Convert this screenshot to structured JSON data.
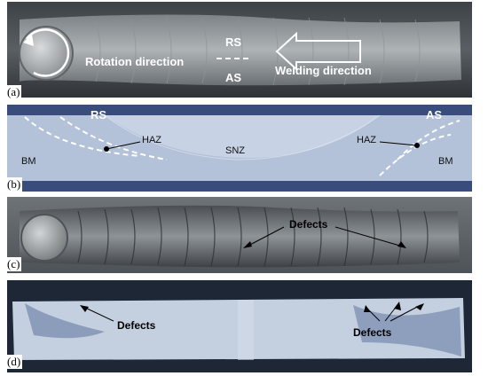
{
  "panels": {
    "a": {
      "tag": "(a)",
      "rs": "RS",
      "as": "AS",
      "rotation": "Rotation direction",
      "welding": "Welding direction"
    },
    "b": {
      "tag": "(b)",
      "rs": "RS",
      "as": "AS",
      "haz_left": "HAZ",
      "haz_right": "HAZ",
      "snz": "SNZ",
      "bm_left": "BM",
      "bm_right": "BM"
    },
    "c": {
      "tag": "(c)",
      "defects": "Defects"
    },
    "d": {
      "tag": "(d)",
      "defects_left": "Defects",
      "defects_right": "Defects"
    }
  }
}
